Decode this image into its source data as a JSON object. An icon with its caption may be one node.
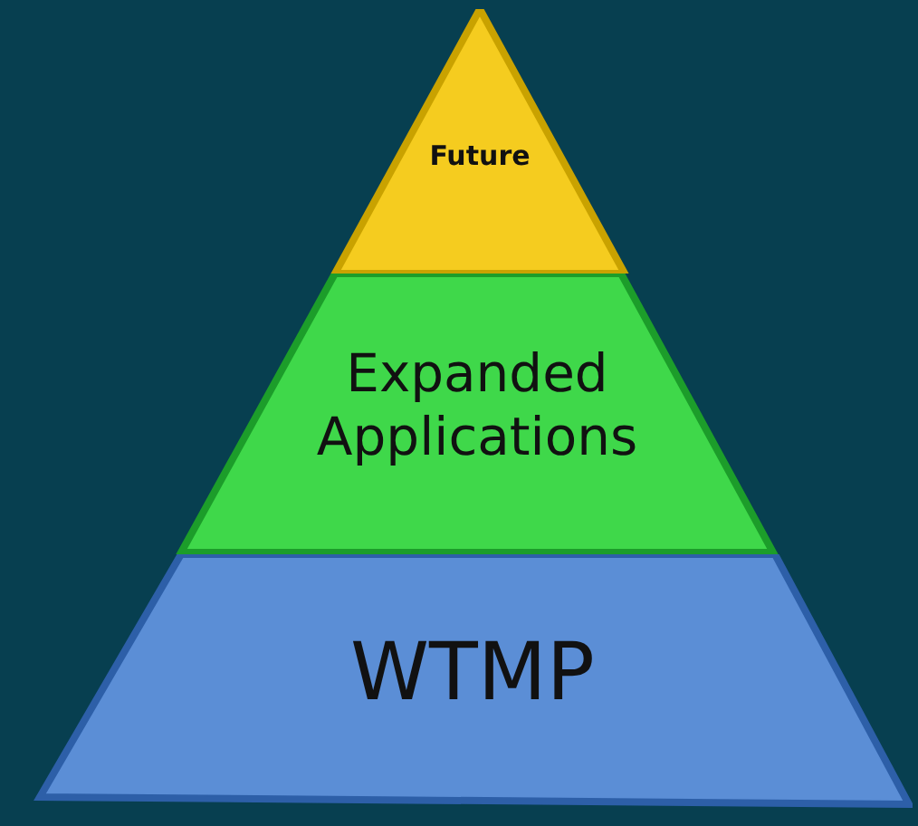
{
  "diagram": {
    "nodes": [
      {
        "text": [
          "Future"
        ]
      },
      {
        "text": [
          "Expanded Applications"
        ]
      },
      {
        "text": [
          "WTMP"
        ]
      }
    ]
  }
}
